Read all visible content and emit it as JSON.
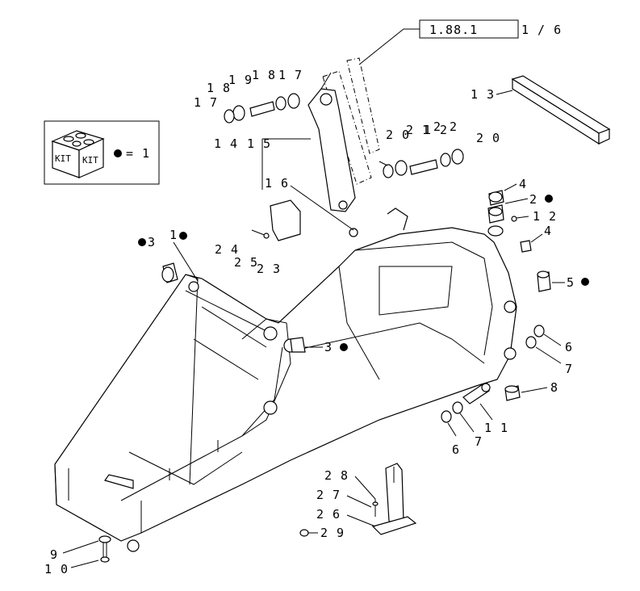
{
  "reference": {
    "boxed": "1.88.1",
    "rest": "1 / 6"
  },
  "kit": {
    "label1": "KIT",
    "label2": "KIT",
    "equals": "= 1"
  },
  "labels": {
    "l13": "1 3",
    "l17": "1 7",
    "l18a": "1 8",
    "l19": "1 9",
    "l18b": "1 8",
    "l17b": "1 7",
    "l14": "1 4",
    "l15": "1 5",
    "l16": "1 6",
    "l20a": "2 0",
    "l21": "2 1",
    "l22": "2 2",
    "l12a": "1 2",
    "l20b": "2 0",
    "l1": "1",
    "l2": "2",
    "l12b": "1 2",
    "l4a": "4",
    "l4b": "4",
    "l5": "5",
    "l3a": "3",
    "l3b": "3",
    "l24": "2 4",
    "l25": "2 5",
    "l23": "2 3",
    "l6a": "6",
    "l7a": "7",
    "l8": "8",
    "l11": "1 1",
    "l6b": "6",
    "l7b": "7",
    "l28": "2 8",
    "l27": "2 7",
    "l26": "2 6",
    "l29": "2 9",
    "l9": "9",
    "l10": "1 0"
  }
}
